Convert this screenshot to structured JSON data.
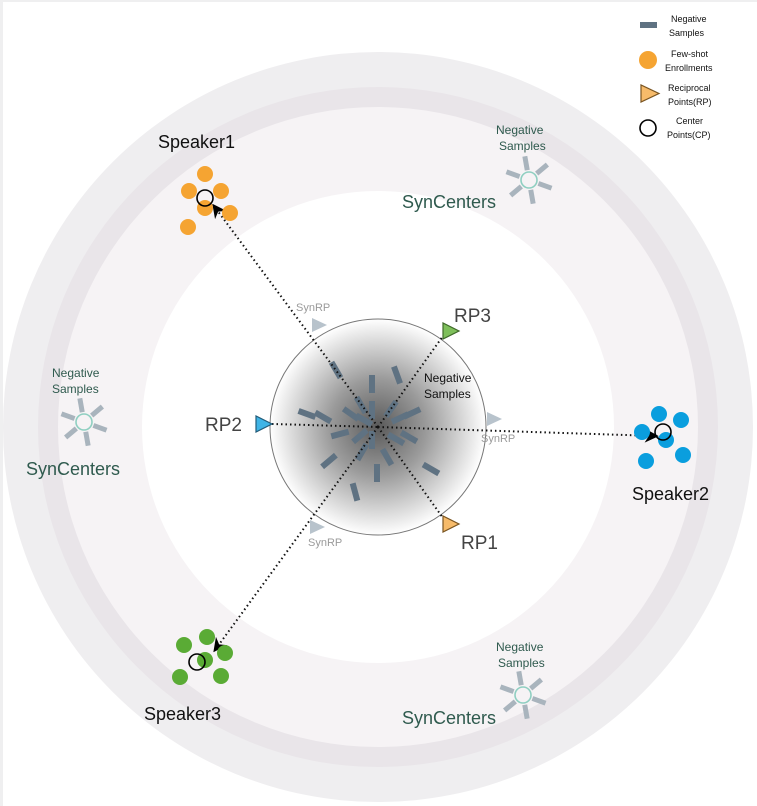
{
  "diagram": {
    "legend": {
      "items": [
        {
          "icon": "negative-sample-bar",
          "line1": "Negative",
          "line2": "Samples",
          "color": "#5f7282"
        },
        {
          "icon": "enrollment-dot",
          "line1": "Few-shot",
          "line2": "Enrollments",
          "color": "#f5a432"
        },
        {
          "icon": "reciprocal-point-triangle",
          "line1": "Reciprocal",
          "line2": "Points(RP)",
          "color": "#f7bb6a"
        },
        {
          "icon": "center-point-circle",
          "line1": "Center",
          "line2": "Points(CP)",
          "color": "#000000"
        }
      ]
    },
    "speakers": [
      {
        "label": "Speaker1",
        "color": "#f5a432"
      },
      {
        "label": "Speaker2",
        "color": "#0a9ede"
      },
      {
        "label": "Speaker3",
        "color": "#5aab35"
      }
    ],
    "reciprocal_points": [
      {
        "label": "RP1",
        "color": "#f7bb6a"
      },
      {
        "label": "RP2",
        "color": "#3fb4e6"
      },
      {
        "label": "RP3",
        "color": "#7ebf5a"
      }
    ],
    "synrp_label": "SynRP",
    "center_negatives": {
      "line1": "Negative",
      "line2": "Samples"
    },
    "syncenters": [
      {
        "label": "SynCenters",
        "neg_line1": "Negative",
        "neg_line2": "Samples"
      },
      {
        "label": "SynCenters",
        "neg_line1": "Negative",
        "neg_line2": "Samples"
      },
      {
        "label": "SynCenters",
        "neg_line1": "Negative",
        "neg_line2": "Samples"
      }
    ],
    "colors": {
      "neg_bar": "#5f7282",
      "syn_bar": "#a9b4bd",
      "syn_circle": "#8fcfc1",
      "syn_text": "#2f5a4e",
      "synrp": "#b8c3cc",
      "synrp_text": "#9a9a9a",
      "rp_text": "#444444"
    }
  }
}
